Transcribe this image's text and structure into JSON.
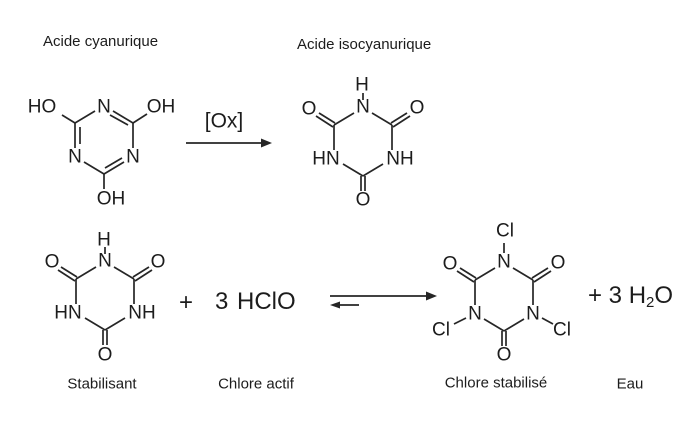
{
  "colors": {
    "ink": "#1c1c1c",
    "bond": "#262626",
    "background": "#ffffff"
  },
  "headings": {
    "cyanuric": "Acide cyanurique",
    "isocyanuric": "Acide isocyanurique"
  },
  "reaction": {
    "oxidant": "[Ox]",
    "plus_left": "+",
    "hclo": "3 HClO",
    "water_lead": "+ 3 H",
    "water_sub": "2",
    "water_tail": "O"
  },
  "captions": {
    "stabilisant": "Stabilisant",
    "chlore_actif": "Chlore actif",
    "chlore_stabilise": "Chlore stabilisé",
    "eau": "Eau"
  },
  "atoms": {
    "cyanuric": {
      "ho_left": "HO",
      "n_top": "N",
      "oh_right": "OH",
      "n_left": "N",
      "n_right": "N",
      "oh_bottom": "OH"
    },
    "isocyanuric": {
      "h_top": "H",
      "n_top": "N",
      "o_left": "O",
      "o_right": "O",
      "hn_left": "HN",
      "nh_right": "NH",
      "o_bottom": "O"
    },
    "stabilisant": {
      "h_top": "H",
      "n_top": "N",
      "o_left": "O",
      "o_right": "O",
      "hn_left": "HN",
      "nh_right": "NH",
      "o_bottom": "O"
    },
    "chloro": {
      "cl_top": "Cl",
      "n_top": "N",
      "o_left": "O",
      "o_right": "O",
      "n_left": "N",
      "n_right": "N",
      "cl_left": "Cl",
      "cl_right": "Cl",
      "o_bottom": "O"
    }
  }
}
